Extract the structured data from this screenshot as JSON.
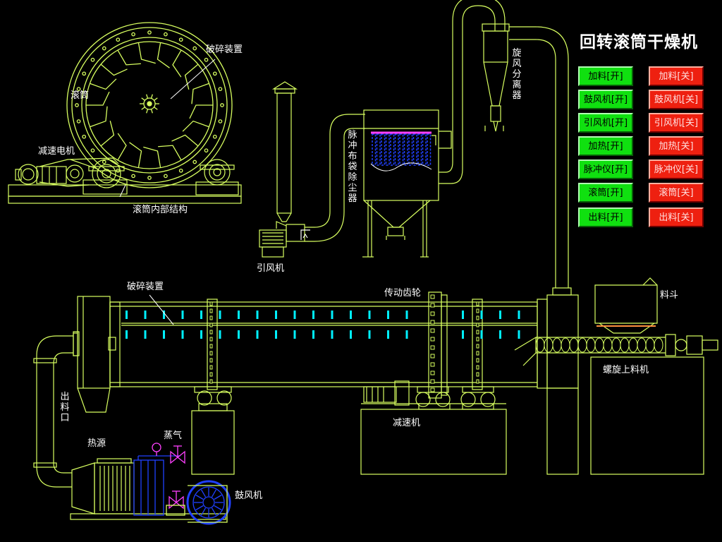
{
  "title": "回转滚筒干燥机",
  "colors": {
    "line": "#d8ff60",
    "white_line": "#ffffff",
    "cyan": "#00f0ff",
    "blue": "#2040ff",
    "magenta": "#ff40ff",
    "button_on": "#10e010",
    "button_off": "#ee2010"
  },
  "labels": {
    "crusher_top": "破碎装置",
    "drum_top": "滚筒",
    "motor_top": "减速电机",
    "drum_inner": "滚筒内部结构",
    "induced_fan": "引风机",
    "pulse_duster": "脉冲布袋除尘器",
    "cyclone": "旋风分离器",
    "crusher_main": "破碎装置",
    "gear": "传动齿轮",
    "hopper": "料斗",
    "screw_feeder": "螺旋上料机",
    "outlet": "出料口",
    "reducer": "减速机",
    "heat_source": "热源",
    "steam": "蒸气",
    "blower": "鼓风机"
  },
  "controls": [
    {
      "on": "加料[开]",
      "off": "加料[关]"
    },
    {
      "on": "鼓风机[开]",
      "off": "鼓风机[关]"
    },
    {
      "on": "引风机[开]",
      "off": "引风机[关]"
    },
    {
      "on": "加热[开]",
      "off": "加热[关]"
    },
    {
      "on": "脉冲仪[开]",
      "off": "脉冲仪[关]"
    },
    {
      "on": "滚筒[开]",
      "off": "滚筒[关]"
    },
    {
      "on": "出料[开]",
      "off": "出料[关]"
    }
  ]
}
